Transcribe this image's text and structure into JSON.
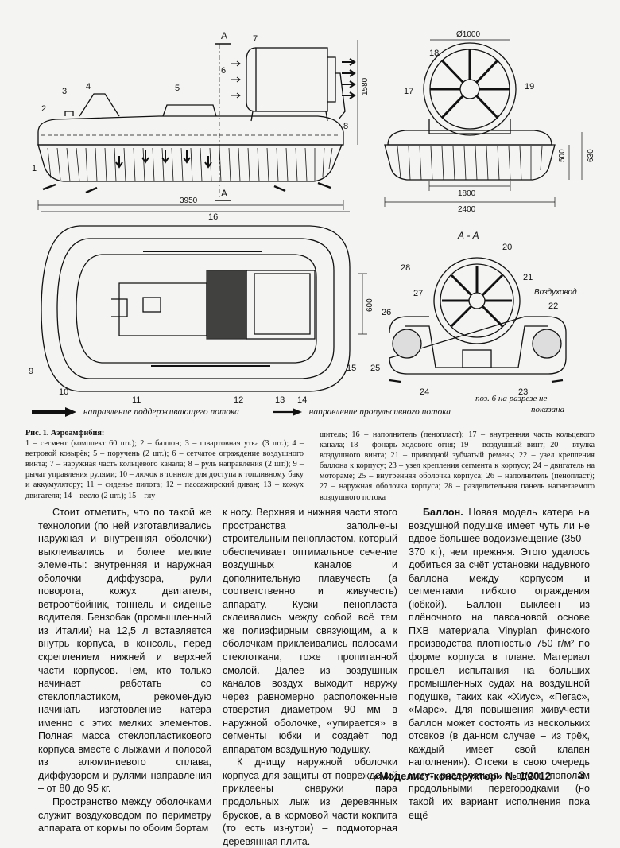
{
  "labels": {
    "side": [
      "1",
      "2",
      "3",
      "4",
      "5",
      "6",
      "7",
      "8"
    ],
    "section_mark": "A",
    "dim_height_side": "1580",
    "dim_length": "3950",
    "dim_fan": "Ø1000",
    "front_labels": [
      "18",
      "17",
      "19"
    ],
    "dim_500": "500",
    "dim_630": "630",
    "dim_1800": "1800",
    "dim_2400": "2400",
    "plan_labels": [
      "16",
      "9",
      "10",
      "11",
      "12",
      "13",
      "14",
      "15"
    ],
    "dim_600": "600",
    "section_title": "А - А",
    "section_labels": [
      "28",
      "20",
      "27",
      "21",
      "26",
      "22",
      "25",
      "24",
      "23"
    ],
    "air_duct": "Воздуховод"
  },
  "legend": {
    "lift": "направление поддерживающего потока",
    "thrust": "направление пропульсивного потока"
  },
  "poz_note": [
    "поз. 6 на разрезе не",
    "показана"
  ],
  "caption": {
    "title": "Рис. 1. Аэроамфибия:",
    "left": "1 – сегмент (комплект 60 шт.); 2 – баллон; 3 – швартовная утка (3 шт.); 4 – ветровой козырёк; 5 – поручень (2 шт.); 6 – сетчатое ограждение воздушного винта; 7 – наружная часть кольцевого канала; 8 – руль направления (2 шт.); 9 – рычаг управления рулями; 10 – лючок в тоннеле для доступа к топливному баку и аккумулятору; 11 – сиденье пилота; 12 – пассажирский диван; 13 – кожух двигателя; 14 – весло (2 шт.); 15 – глу-",
    "right": "шитель; 16 – наполнитель (пенопласт); 17 – внутренняя часть кольцевого канала; 18 – фонарь ходового огня; 19 – воздушный винт; 20 – втулка воздушного винта; 21 – приводной зубчатый ремень; 22 – узел крепления баллона к корпусу; 23 – узел крепления сегмента к корпусу; 24 – двигатель на мотораме; 25 – внутренняя оболочка корпуса; 26 – наполнитель (пенопласт); 27 – наружная оболочка корпуса; 28 – разделительная панель нагнетаемого воздушного потока"
  },
  "text": {
    "col1": [
      "Стоит отметить, что по такой же технологии (по ней изготавливались наружная и внутренняя оболочки) выклеивались и более мелкие элементы: внутренняя и наружная оболочки диффузора, рули поворота, кожух двигателя, ветроотбойник, тоннель и сиденье водителя. Бензобак (промышленный из Италии) на 12,5 л вставляется внутрь корпуса, в консоль, перед скреплением нижней и верхней части корпусов. Тем, кто только начинает работать со стеклопластиком, рекомендую начинать изготовление катера именно с этих мелких элементов. Полная масса стеклопластикового корпуса вместе с лыжами и полосой из алюминиевого сплава, диффузором и рулями направления – от 80 до 95 кг.",
      "Пространство между оболочками служит воздуховодом по периметру аппарата от кормы по обоим бортам"
    ],
    "col2": [
      "к носу. Верхняя и нижняя части этого пространства заполнены строительным пенопластом, который обеспечивает оптимальное сечение воздушных каналов и дополнительную плавучесть (а соответственно и живучесть) аппарату. Куски пенопласта склеивались между собой всё тем же полиэфирным связующим, а к оболочкам приклеивались полосами стеклоткани, тоже пропитанной смолой. Далее из воздушных каналов воздух выходит наружу через равномерно расположенные отверстия диаметром 90 мм в наружной оболочке, «упирается» в сегменты юбки и создаёт под аппаратом воздушную подушку.",
      "К днищу наружной оболочки корпуса для защиты от повреждений приклеены снаружи пара продольных лыж из деревянных брусков, а в кормовой части кокпита (то есть изнутри) – подмоторная деревянная плита."
    ],
    "col3_heading": "Баллон.",
    "col3": [
      " Новая модель катера на воздушной подушке имеет чуть ли не вдвое большее водоизмещение (350 – 370 кг), чем прежняя. Этого удалось добиться за счёт установки надувного баллона между корпусом и сегментами гибкого ограждения (юбкой). Баллон выклеен из плёночного на лавсановой основе ПХВ материала Vinyplan финского производства плотностью 750 г/м² по форме корпуса в плане. Материал прошёл испытания на больших промышленных судах на воздушной подушке, таких как «Хиус», «Пегас», «Марс». Для повышения живучести баллон может состоять из нескольких отсеков (в данном случае – из трёх, каждый имеет свой клапан наполнения). Отсеки в свою очередь могут разделяться и вдоль пополам продольными перегородками (но такой их вариант исполнения пока ещё"
    ]
  },
  "footer": "«Моделист-конструктор» № 1'2012",
  "page_number": "3"
}
